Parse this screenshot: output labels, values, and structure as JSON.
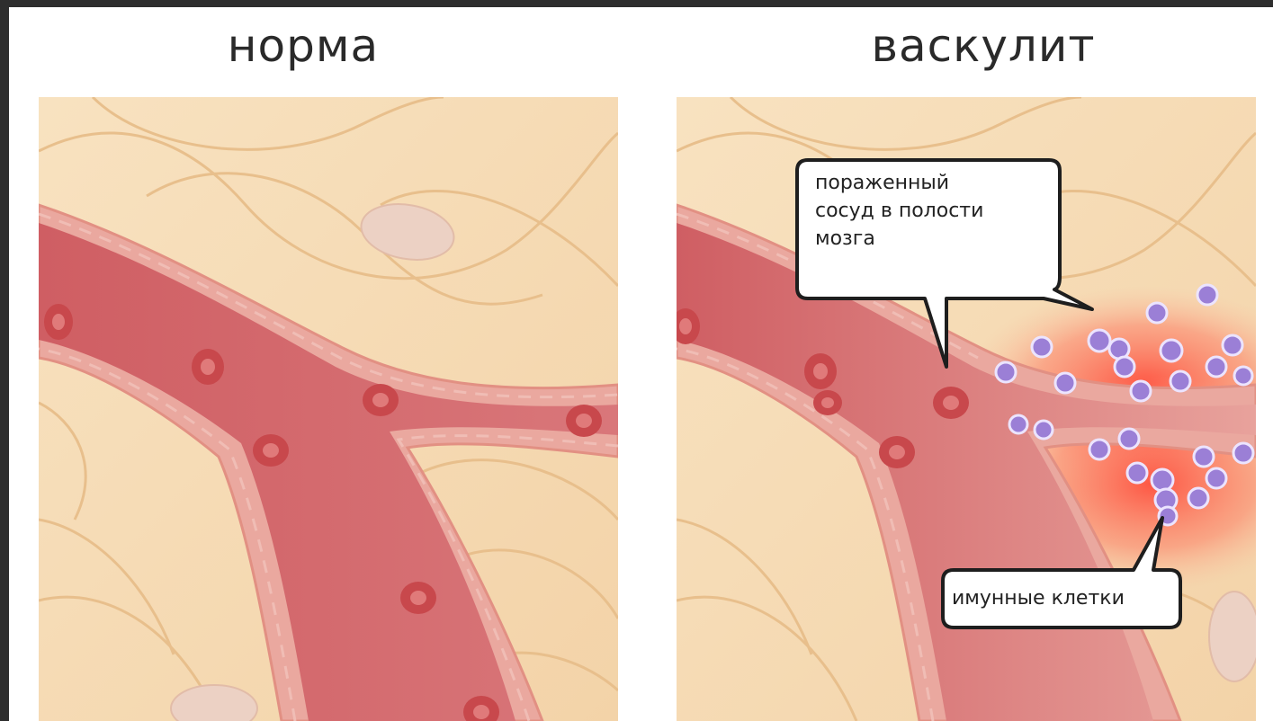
{
  "titles": {
    "left": "норма",
    "right": "васкулит"
  },
  "callouts": {
    "affected_vessel": "пораженный\nсосуд в полости\nмозга",
    "immune_cells": "имунные клетки"
  },
  "colors": {
    "tissue": "#f6dcb4",
    "cell_outline": "#ecc594",
    "vessel_wall": "#e9a59c",
    "vessel_lumen": "#d1666a",
    "red_cell": "#c8484c",
    "immune_cell": "#9b7fd6",
    "inflammation": "#ff4a3a"
  }
}
